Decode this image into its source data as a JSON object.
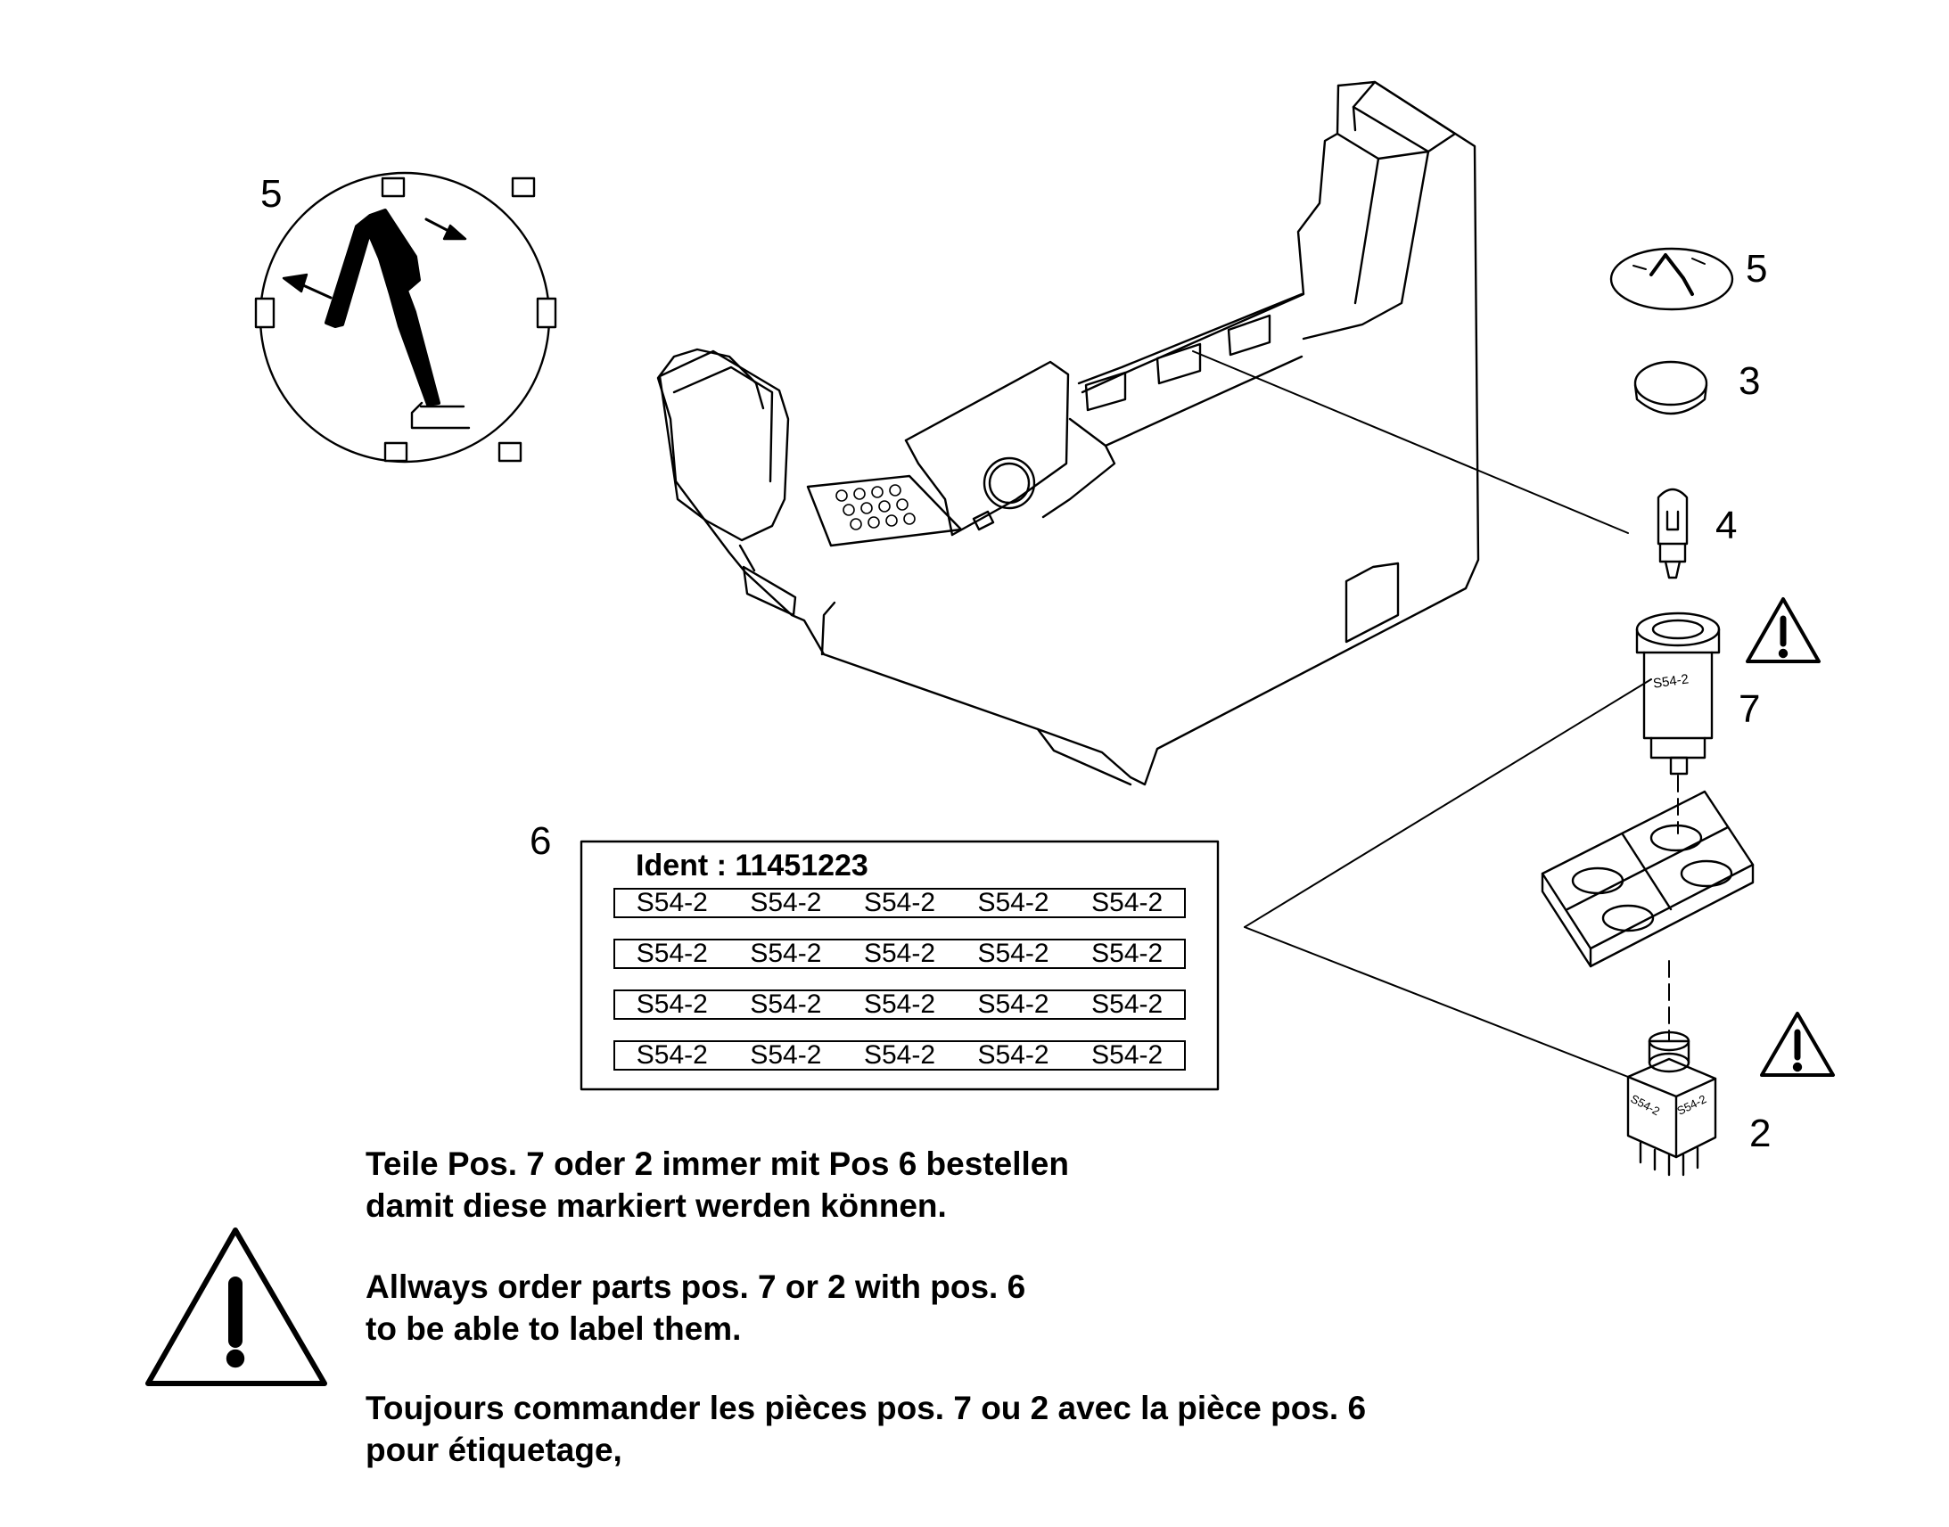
{
  "callouts": {
    "pos5_detail": "5",
    "pos5": "5",
    "pos3": "3",
    "pos4": "4",
    "pos7": "7",
    "pos2": "2",
    "pos6": "6"
  },
  "label_sheet": {
    "ident": "Ident : 11451223",
    "rows": [
      [
        "S54-2",
        "S54-2",
        "S54-2",
        "S54-2",
        "S54-2"
      ],
      [
        "S54-2",
        "S54-2",
        "S54-2",
        "S54-2",
        "S54-2"
      ],
      [
        "S54-2",
        "S54-2",
        "S54-2",
        "S54-2",
        "S54-2"
      ],
      [
        "S54-2",
        "S54-2",
        "S54-2",
        "S54-2",
        "S54-2"
      ]
    ]
  },
  "part_labels": {
    "bulb_holder_label": "S54-2",
    "switch_label_left": "S54-2",
    "switch_label_right": "S54-2"
  },
  "notes": {
    "german_line1": "Teile Pos. 7 oder 2 immer mit Pos 6 bestellen",
    "german_line2": "damit diese markiert werden können.",
    "english_line1": "Allways order parts pos. 7 or 2 with pos. 6",
    "english_line2": "to be able to label them.",
    "french_line1": "Toujours commander les pièces pos. 7 ou 2 avec la pièce pos.  6",
    "french_line2": "pour étiquetage,"
  }
}
